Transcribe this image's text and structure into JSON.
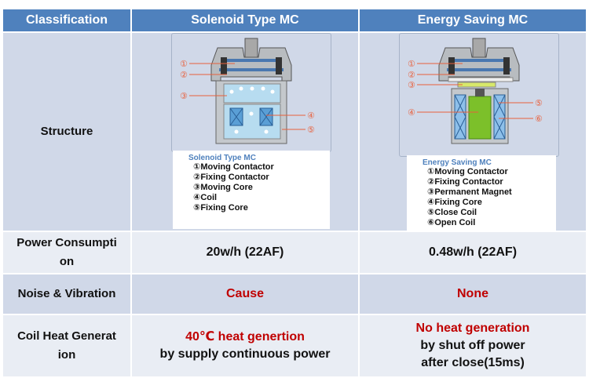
{
  "header": {
    "classification": "Classification",
    "solenoid": "Solenoid Type MC",
    "energy": "Energy Saving MC"
  },
  "rows": {
    "structure": {
      "label": "Structure",
      "solenoid": {
        "legend_title": "Solenoid Type MC",
        "items": [
          "①Moving Contactor",
          "②Fixing Contactor",
          "③Moving Core",
          "④Coil",
          "⑤Fixing Core"
        ],
        "callouts": [
          "①",
          "②",
          "③",
          "④",
          "⑤"
        ]
      },
      "energy": {
        "legend_title": "Energy Saving MC",
        "items": [
          "①Moving Contactor",
          "②Fixing Contactor",
          "③Permanent Magnet",
          "④Fixing Core",
          "⑤Close Coil",
          "⑥Open Coil"
        ],
        "callouts": [
          "①",
          "②",
          "③",
          "④",
          "⑤",
          "⑥"
        ]
      }
    },
    "power": {
      "label_line1": "Power Consumpti",
      "label_line2": "on",
      "solenoid": "20w/h (22AF)",
      "energy": "0.48w/h (22AF)"
    },
    "noise": {
      "label": "Noise & Vibration",
      "solenoid": "Cause",
      "energy": "None"
    },
    "heat": {
      "label_line1": "Coil Heat Generat",
      "label_line2": "ion",
      "solenoid_line1": "40℃ heat genertion",
      "solenoid_line2": "by supply continuous power",
      "energy_line1": "No heat generation",
      "energy_line2": "by shut off power",
      "energy_line3": "after close(15ms)"
    }
  },
  "colors": {
    "header_bg": "#4f81bd",
    "row_dark": "#d0d8e8",
    "row_light": "#e9edf4",
    "highlight_red": "#c00000",
    "callout": "#e8603c"
  }
}
